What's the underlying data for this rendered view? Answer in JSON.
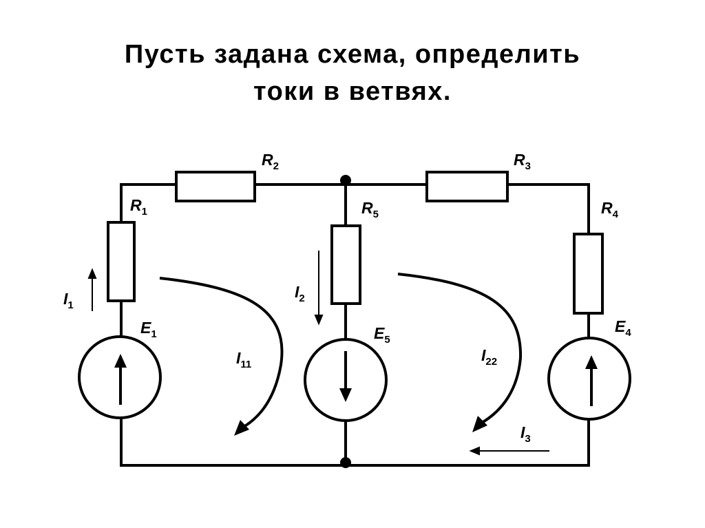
{
  "title": {
    "line1": "Пусть задана схема, определить",
    "line2": "токи  в ветвях."
  },
  "labels": {
    "R1": {
      "main": "R",
      "sub": "1"
    },
    "R2": {
      "main": "R",
      "sub": "2"
    },
    "R3": {
      "main": "R",
      "sub": "3"
    },
    "R4": {
      "main": "R",
      "sub": "4"
    },
    "R5": {
      "main": "R",
      "sub": "5"
    },
    "E1": {
      "main": "E",
      "sub": "1"
    },
    "E4": {
      "main": "E",
      "sub": "4"
    },
    "E5": {
      "main": "E",
      "sub": "5"
    },
    "I1": {
      "main": "I",
      "sub": "1"
    },
    "I2": {
      "main": "I",
      "sub": "2"
    },
    "I3": {
      "main": "I",
      "sub": "3"
    },
    "I11": {
      "main": "I",
      "sub": "11"
    },
    "I22": {
      "main": "I",
      "sub": "22"
    }
  },
  "sources": {
    "E1": {
      "direction": "up"
    },
    "E5": {
      "direction": "down"
    },
    "E4": {
      "direction": "up"
    }
  },
  "colors": {
    "ink": "#000000",
    "background": "#ffffff"
  }
}
